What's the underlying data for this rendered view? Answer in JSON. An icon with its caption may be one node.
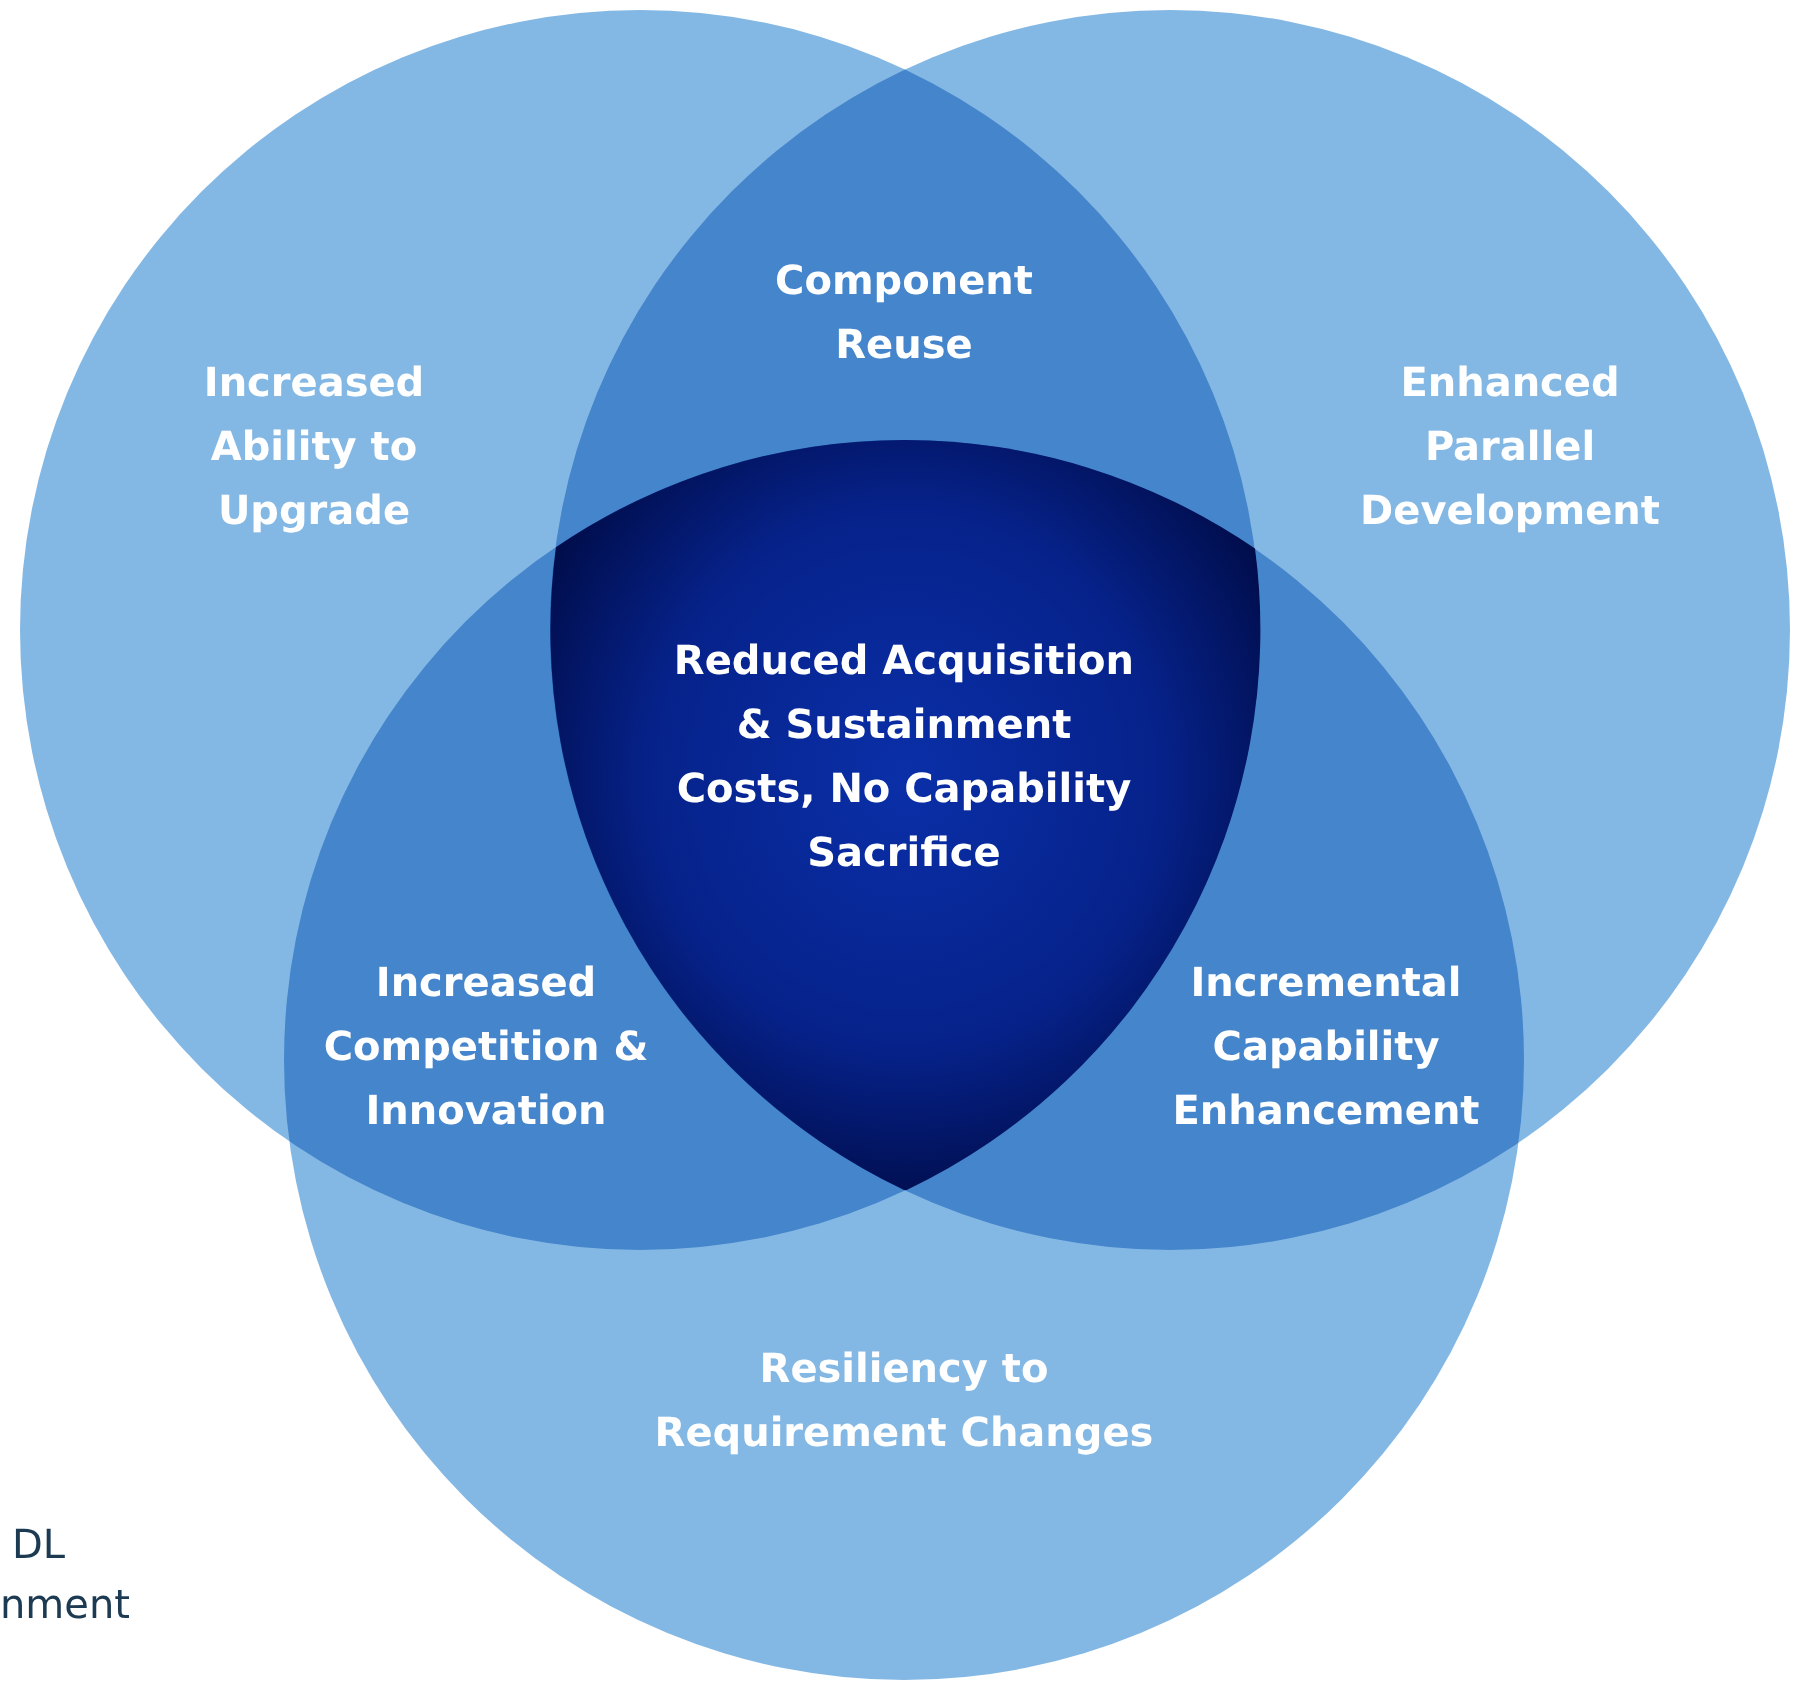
{
  "diagram": {
    "nodes": [
      {
        "text": [
          "Increased Ability to Upgrade"
        ]
      },
      {
        "text": [
          "Enhanced Parallel Development"
        ]
      },
      {
        "text": [
          "Resiliency to Requirement Changes"
        ]
      },
      {
        "text": [
          "Component Reuse"
        ]
      },
      {
        "text": [
          "Increased Competition & Innovation"
        ]
      },
      {
        "text": [
          "Incremental Capability Enhancement"
        ]
      },
      {
        "text": [
          "Reduced Acquisition & Sustainment Costs, No Capability Sacrifice"
        ]
      }
    ],
    "labels": [
      "DL",
      "nment"
    ]
  }
}
